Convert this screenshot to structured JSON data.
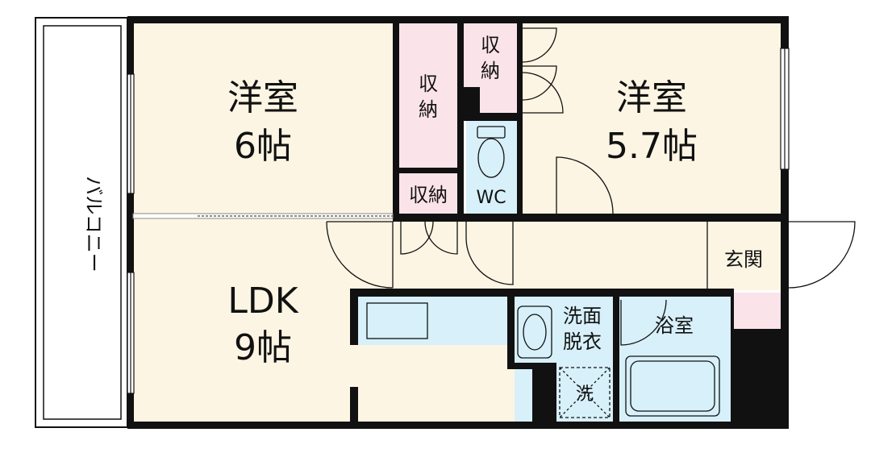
{
  "rooms": {
    "western_room_left": {
      "name": "洋室",
      "size": "6帖"
    },
    "western_room_right": {
      "name": "洋室",
      "size": "5.7帖"
    },
    "ldk": {
      "name": "LDK",
      "size": "9帖"
    },
    "balcony": {
      "label": "バルコニー"
    },
    "storage_top_left": {
      "line1": "収",
      "line2": "納"
    },
    "storage_top_right": {
      "line1": "収",
      "line2": "納"
    },
    "storage_small": {
      "label": "収納"
    },
    "toilet": {
      "label": "WC"
    },
    "entrance": {
      "label": "玄関"
    },
    "washroom": {
      "line1": "洗面",
      "line2": "脱衣"
    },
    "bathroom": {
      "label": "浴室"
    },
    "washing_machine": {
      "label": "洗"
    }
  },
  "colors": {
    "room_floor": "#fdf5e3",
    "storage": "#fbe3ea",
    "wet_area": "#d7f0fa",
    "wall": "#111111"
  }
}
